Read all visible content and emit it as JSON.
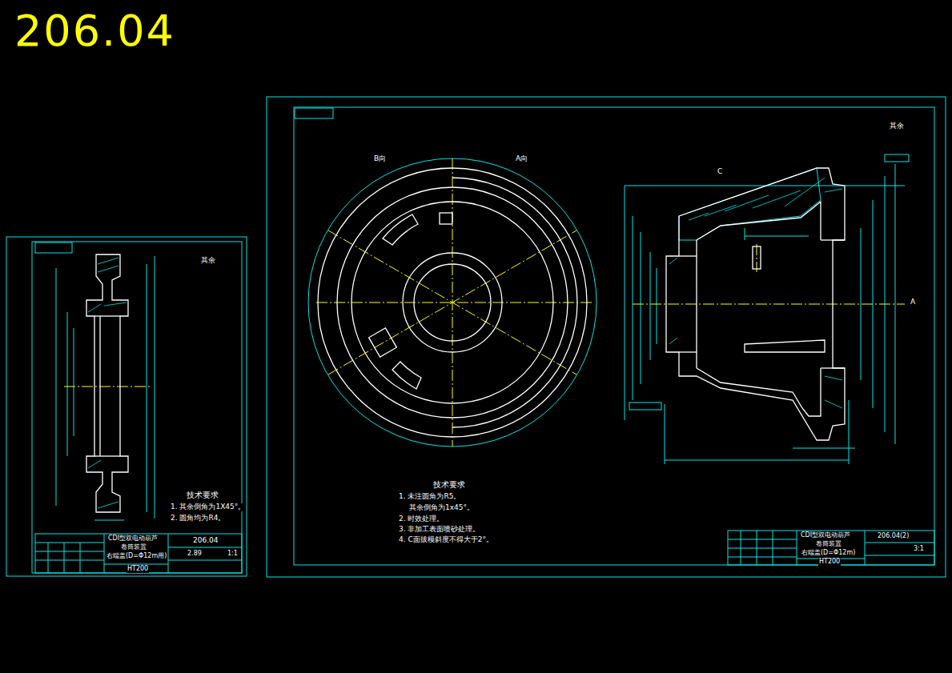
{
  "diagram": {
    "title": "206.04",
    "labels": [
      "技术要求",
      "1. 未注圆角为R5。",
      "其余倒角为1x45°。",
      "2. 时效处理。",
      "3. 非加工表面喷砂处理。",
      "4. C面拔模斜度不得大于2°。",
      "技术要求",
      "1. 其余倒角为1X45°。",
      "2. 圆角均为R4。",
      "CDI型双电动葫芦",
      "卷筒装置",
      "右端盖(D=Φ12m用)",
      "HT200",
      "206.04",
      "2.89",
      "1:1",
      "CDI型双电动葫芦",
      "卷筒装置",
      "右端盖(D=Φ12m)",
      "HT200",
      "206.04(2)",
      "3:1",
      "其余",
      "其余",
      "B向",
      "A向",
      "A",
      "C"
    ]
  }
}
